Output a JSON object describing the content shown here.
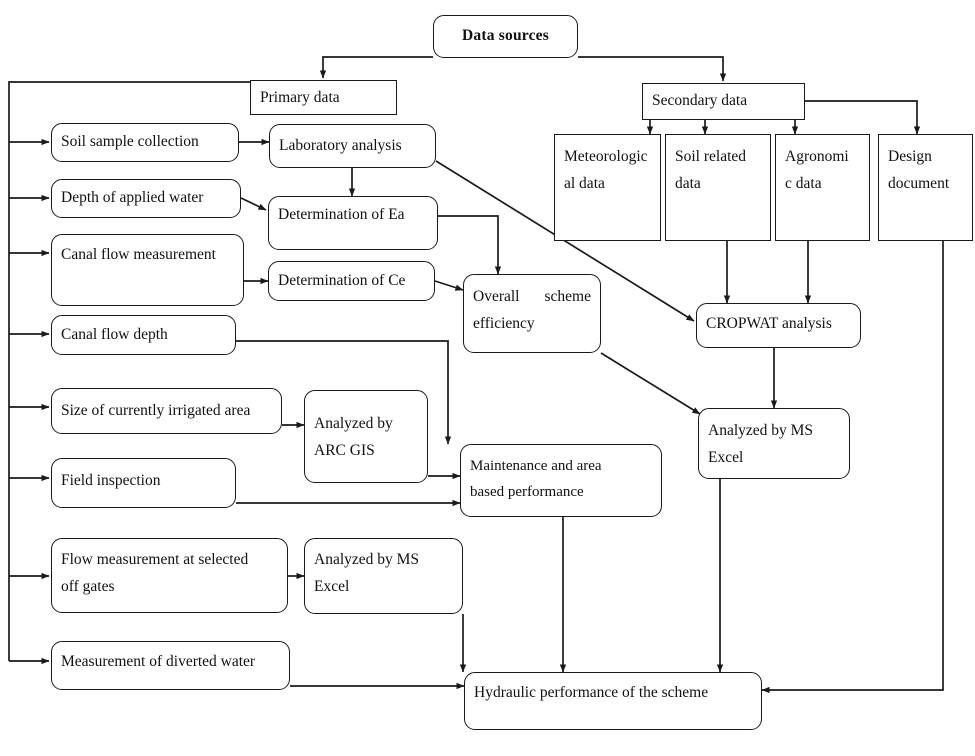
{
  "diagram": {
    "title": "Data sources",
    "type": "flowchart",
    "orientation": "top-down",
    "stroke_color": "#1a1a1a",
    "background_color": "#ffffff"
  },
  "nodes": {
    "data_sources": "Data sources",
    "primary_data": "Primary data",
    "secondary_data": "Secondary   data",
    "soil_sample_collection": "Soil sample collection",
    "depth_of_applied_water": "Depth of applied water",
    "canal_flow_measurement": "Canal flow measurement",
    "canal_flow_depth": "Canal flow depth",
    "size_of_irrigated_area": "Size of currently irrigated area",
    "field_inspection": "Field inspection",
    "flow_measurement_line1": "Flow measurement at selected",
    "flow_measurement_line2": "off gates",
    "measurement_of_diverted_water": "Measurement of diverted water",
    "laboratory_analysis": "Laboratory analysis",
    "determination_of_ea": "Determination of Ea",
    "determination_of_ce": "Determination of Ce",
    "overall_scheme_efficiency_line1": "Overall   scheme",
    "overall_scheme_efficiency_line2": "efficiency",
    "analyzed_by_arc_gis_line1": "Analyzed   by",
    "analyzed_by_arc_gis_line2": "ARC GIS",
    "analyzed_by_ms_excel_left_line1": "Analyzed  by  MS",
    "analyzed_by_ms_excel_left_line2": "Excel",
    "maintenance_line1": "Maintenance   and   area",
    "maintenance_line2": "based performance",
    "meteorological_data_line1": "Meteorologic",
    "meteorological_data_line2": "al data",
    "soil_related_data_line1": "Soil related",
    "soil_related_data_line2": "data",
    "agronomic_data_line1": "Agronomi",
    "agronomic_data_line2": "c data",
    "design_document_line1": "Design",
    "design_document_line2": "document",
    "cropwat_analysis": "CROPWAT analysis",
    "analyzed_by_ms_excel_right_line1": "Analyzed  by  MS",
    "analyzed_by_ms_excel_right_line2": "Excel",
    "hydraulic_performance": "Hydraulic performance of the scheme"
  },
  "edges": [
    {
      "from": "data_sources",
      "to": "primary_data"
    },
    {
      "from": "data_sources",
      "to": "secondary_data"
    },
    {
      "from": "primary_data",
      "to": "soil_sample_collection"
    },
    {
      "from": "primary_data",
      "to": "depth_of_applied_water"
    },
    {
      "from": "primary_data",
      "to": "canal_flow_measurement"
    },
    {
      "from": "primary_data",
      "to": "canal_flow_depth"
    },
    {
      "from": "primary_data",
      "to": "size_of_irrigated_area"
    },
    {
      "from": "primary_data",
      "to": "field_inspection"
    },
    {
      "from": "primary_data",
      "to": "flow_measurement_off_gates"
    },
    {
      "from": "primary_data",
      "to": "measurement_of_diverted_water"
    },
    {
      "from": "soil_sample_collection",
      "to": "laboratory_analysis"
    },
    {
      "from": "laboratory_analysis",
      "to": "determination_of_ea"
    },
    {
      "from": "laboratory_analysis",
      "to": "cropwat_analysis"
    },
    {
      "from": "depth_of_applied_water",
      "to": "determination_of_ea"
    },
    {
      "from": "canal_flow_measurement",
      "to": "determination_of_ce"
    },
    {
      "from": "determination_of_ea",
      "to": "overall_scheme_efficiency"
    },
    {
      "from": "determination_of_ce",
      "to": "overall_scheme_efficiency"
    },
    {
      "from": "overall_scheme_efficiency",
      "to": "analyzed_by_ms_excel_right"
    },
    {
      "from": "canal_flow_depth",
      "to": "maintenance_and_area_based_performance"
    },
    {
      "from": "size_of_irrigated_area",
      "to": "analyzed_by_arc_gis"
    },
    {
      "from": "analyzed_by_arc_gis",
      "to": "maintenance_and_area_based_performance"
    },
    {
      "from": "field_inspection",
      "to": "maintenance_and_area_based_performance"
    },
    {
      "from": "flow_measurement_off_gates",
      "to": "analyzed_by_ms_excel_left"
    },
    {
      "from": "analyzed_by_ms_excel_left",
      "to": "hydraulic_performance"
    },
    {
      "from": "measurement_of_diverted_water",
      "to": "hydraulic_performance"
    },
    {
      "from": "maintenance_and_area_based_performance",
      "to": "hydraulic_performance"
    },
    {
      "from": "secondary_data",
      "to": "meteorological_data"
    },
    {
      "from": "secondary_data",
      "to": "soil_related_data"
    },
    {
      "from": "secondary_data",
      "to": "agronomic_data"
    },
    {
      "from": "secondary_data",
      "to": "design_document"
    },
    {
      "from": "meteorological_data",
      "to": "cropwat_analysis"
    },
    {
      "from": "soil_related_data",
      "to": "cropwat_analysis"
    },
    {
      "from": "agronomic_data",
      "to": "cropwat_analysis"
    },
    {
      "from": "cropwat_analysis",
      "to": "analyzed_by_ms_excel_right"
    },
    {
      "from": "analyzed_by_ms_excel_right",
      "to": "hydraulic_performance"
    },
    {
      "from": "design_document",
      "to": "hydraulic_performance"
    }
  ]
}
